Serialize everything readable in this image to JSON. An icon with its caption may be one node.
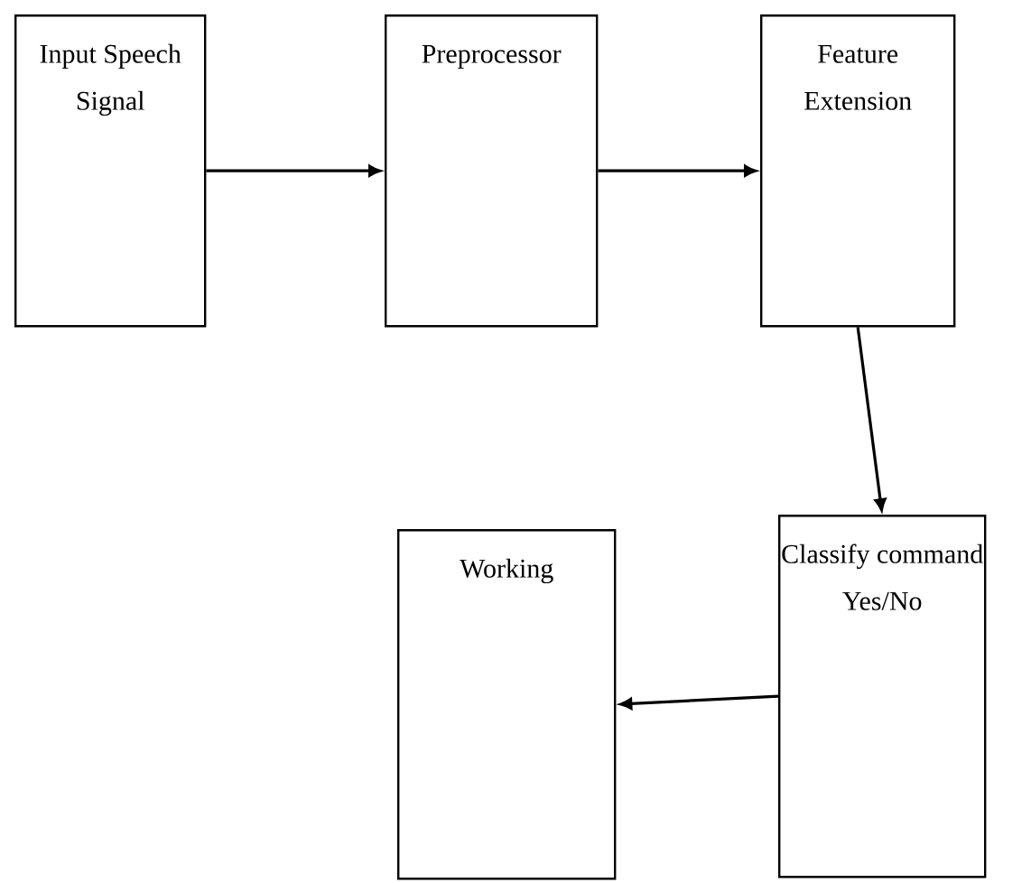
{
  "diagram": {
    "nodes": [
      {
        "text": [
          "Input Speech Signal"
        ]
      },
      {
        "text": [
          "Preprocessor"
        ]
      },
      {
        "text": [
          "Feature Extension"
        ]
      },
      {
        "text": [
          "Working"
        ]
      },
      {
        "text": [
          "Classify command Yes/No"
        ]
      }
    ],
    "edges": [
      {
        "from": 0,
        "to": 1,
        "arrow": "to"
      },
      {
        "from": 1,
        "to": 2,
        "arrow": "to"
      },
      {
        "from": 2,
        "to": 4,
        "arrow": "to"
      },
      {
        "from": 4,
        "to": 3,
        "arrow": "to"
      }
    ]
  }
}
